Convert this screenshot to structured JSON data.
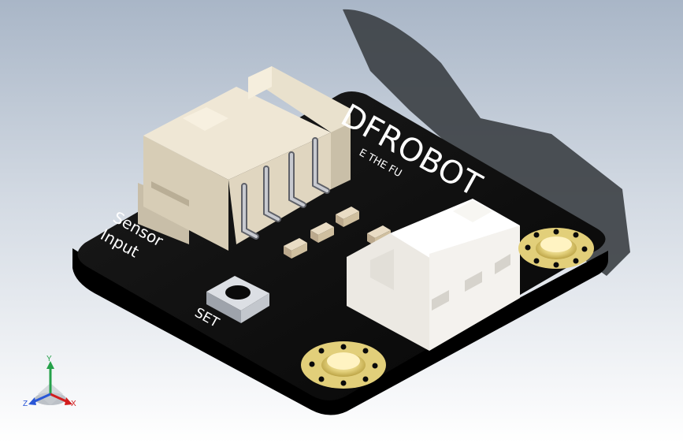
{
  "viewport": {
    "background_top": "#a9b6c7",
    "background_bottom": "#ffffff"
  },
  "board": {
    "pcb_color": "#0d0d0d",
    "logo_text": "DFROBOT",
    "tagline_text": "E THE FU",
    "silkscreen_sensor": "Sensor",
    "silkscreen_input": "Input",
    "silkscreen_set": "SET",
    "pad_color": "#e2cf7a",
    "connector_left_color": "#d9d0bc",
    "connector_right_color": "#f2f2f0"
  },
  "triad": {
    "x_label": "X",
    "y_label": "Y",
    "z_label": "Z",
    "x_color": "#d21e1e",
    "y_color": "#25a14a",
    "z_color": "#2a57d6"
  }
}
